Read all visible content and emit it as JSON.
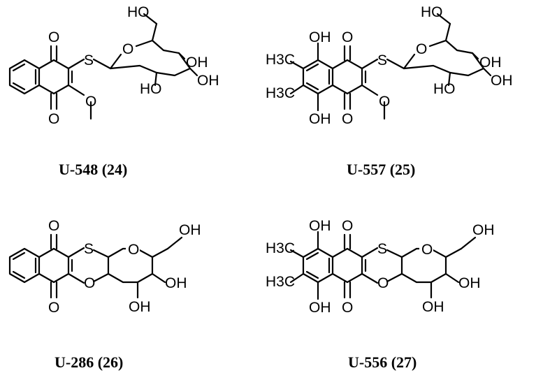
{
  "compounds": [
    {
      "caption": "U-548 (24)",
      "labels": {
        "o_top": "O",
        "o_bottom": "O",
        "s": "S",
        "ome_o": "O",
        "ring_o": "O",
        "ch2oh": "HO",
        "oh_a": "OH",
        "oh_b": "OH",
        "oh_c": "HO"
      }
    },
    {
      "caption": "U-557 (25)",
      "labels": {
        "oh_peri_top": "OH",
        "oh_peri_bottom": "OH",
        "o_top": "O",
        "o_bottom": "O",
        "s": "S",
        "ome_o": "O",
        "ring_o": "O",
        "ch2oh": "HO",
        "oh_a": "OH",
        "oh_b": "OH",
        "oh_c": "HO",
        "me1": "H3C",
        "me2": "H3C"
      }
    },
    {
      "caption": "U-286 (26)",
      "labels": {
        "o_top": "O",
        "o_bottom": "O",
        "s": "S",
        "bridge_o": "O",
        "ring_o": "O",
        "ch2oh": "OH",
        "oh_a": "OH",
        "oh_b": "OH"
      }
    },
    {
      "caption": "U-556 (27)",
      "labels": {
        "oh_peri_top": "OH",
        "oh_peri_bottom": "OH",
        "o_top": "O",
        "o_bottom": "O",
        "s": "S",
        "bridge_o": "O",
        "ring_o": "O",
        "ch2oh": "OH",
        "oh_a": "OH",
        "oh_b": "OH",
        "me1": "H3C",
        "me2": "H3C"
      }
    }
  ]
}
